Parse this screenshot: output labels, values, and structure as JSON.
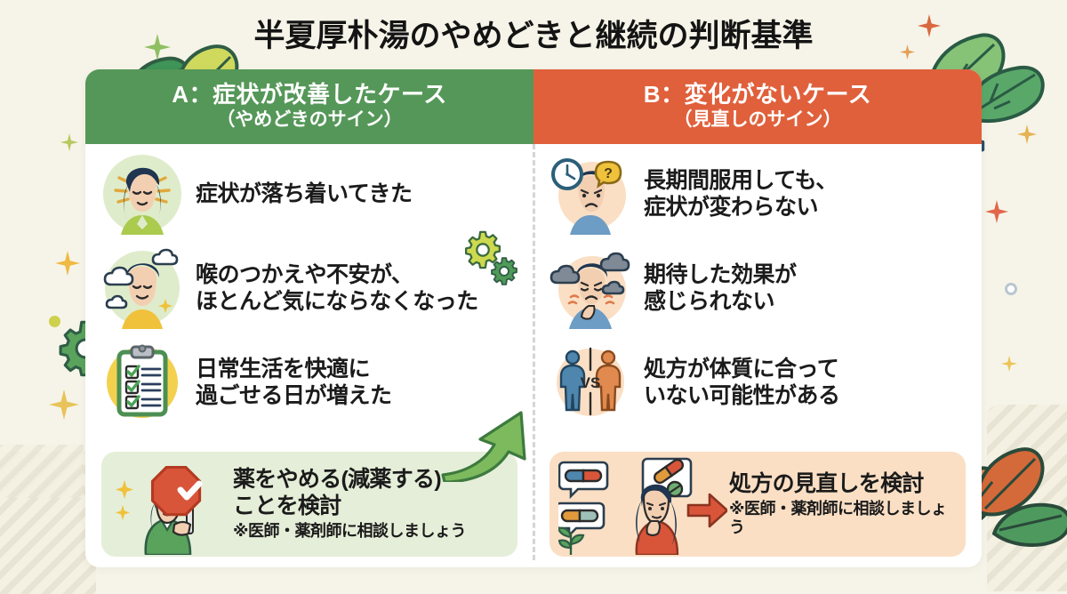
{
  "title": "半夏厚朴湯のやめどきと継続の判断基準",
  "colors": {
    "background": "#f6f4e8",
    "card": "#ffffff",
    "header_a": "#559758",
    "header_b": "#e0603c",
    "callout_a": "#e5eed8",
    "callout_b": "#fadfc4",
    "text": "#1b1b1b"
  },
  "columns": [
    {
      "id": "a",
      "header_line1": "A：症状が改善したケース",
      "header_line2": "（やめどきのサイン）",
      "items": [
        {
          "icon": "calm-woman-icon",
          "lines": [
            "症状が落ち着いてきた"
          ]
        },
        {
          "icon": "relieved-person-clouds-icon",
          "lines": [
            "喉のつかえや不安が、",
            "ほとんど気にならなくなった"
          ]
        },
        {
          "icon": "checklist-clipboard-icon",
          "lines": [
            "日常生活を快適に",
            "過ごせる日が増えた"
          ]
        }
      ],
      "callout": {
        "icon": "woman-holding-stop-check-sign-icon",
        "lines": [
          "薬をやめる(減薬する)",
          "ことを検討"
        ],
        "note": "※医師・薬剤師に相談しましょう"
      }
    },
    {
      "id": "b",
      "header_line1": "B：変化がないケース",
      "header_line2": "（見直しのサイン）",
      "items": [
        {
          "icon": "clock-confused-man-icon",
          "lines": [
            "長期間服用しても、",
            "症状が変わらない"
          ]
        },
        {
          "icon": "sad-man-clouds-throat-icon",
          "lines": [
            "期待した効果が",
            "感じられない"
          ]
        },
        {
          "icon": "two-people-vs-icon",
          "lines": [
            "処方が体質に合って",
            "いない可能性がある"
          ]
        }
      ],
      "callout": {
        "icon": "thinking-woman-pills-arrow-icon",
        "lines": [
          "処方の見直しを検討"
        ],
        "note": "※医師・薬剤師に相談しましょう"
      }
    }
  ],
  "decorations": {
    "leaves_top_left": "leaf-cluster-icon",
    "leaves_top_right": "leaf-cluster-icon",
    "leaves_bottom_right": "leaf-cluster-icon",
    "gear_green": "gear-icon",
    "gear_blue": "gear-icon",
    "gear_orange": "gear-icon",
    "sparkles": "sparkle-icon",
    "green_arrow": "curved-arrow-up-icon"
  }
}
